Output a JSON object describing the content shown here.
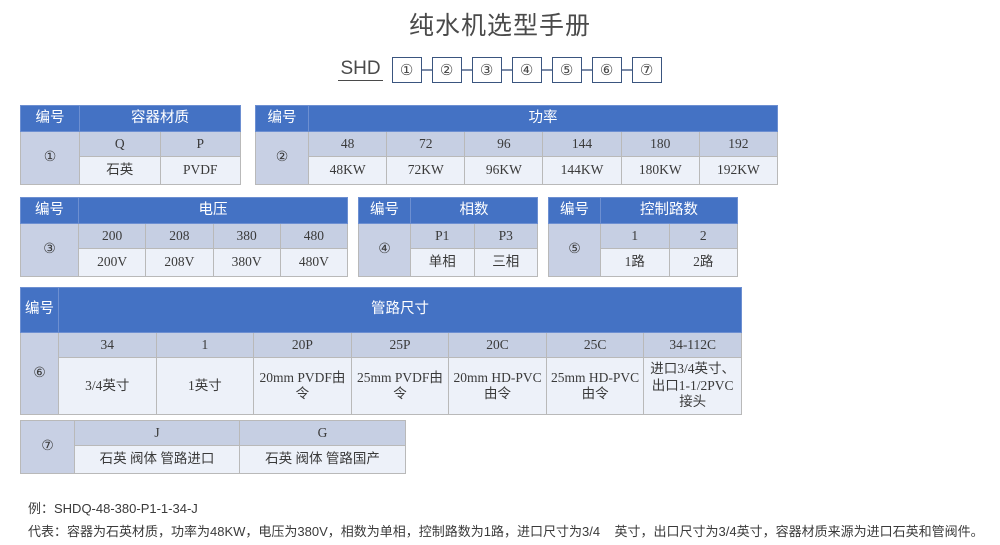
{
  "title": "纯水机选型手册",
  "diagram": {
    "prefix": "SHD",
    "boxes": [
      "①",
      "②",
      "③",
      "④",
      "⑤",
      "⑥",
      "⑦"
    ]
  },
  "colors": {
    "header_blue": "#4472C4",
    "code_row": "#C6CFE3",
    "desc_row": "#EDF1F9",
    "number_cell": "#C8D0E4",
    "border": "#b9b9b9"
  },
  "labels": {
    "number": "编号"
  },
  "tables": [
    {
      "id": "container-material",
      "number": "①",
      "header": "容器材质",
      "codes": [
        "Q",
        "P"
      ],
      "descs": [
        "石英",
        "PVDF"
      ]
    },
    {
      "id": "power",
      "number": "②",
      "header": "功率",
      "codes": [
        "48",
        "72",
        "96",
        "144",
        "180",
        "192"
      ],
      "descs": [
        "48KW",
        "72KW",
        "96KW",
        "144KW",
        "180KW",
        "192KW"
      ]
    },
    {
      "id": "voltage",
      "number": "③",
      "header": "电压",
      "codes": [
        "200",
        "208",
        "380",
        "480"
      ],
      "descs": [
        "200V",
        "208V",
        "380V",
        "480V"
      ]
    },
    {
      "id": "phase",
      "number": "④",
      "header": "相数",
      "codes": [
        "P1",
        "P3"
      ],
      "descs": [
        "单相",
        "三相"
      ]
    },
    {
      "id": "control-channels",
      "number": "⑤",
      "header": "控制路数",
      "codes": [
        "1",
        "2"
      ],
      "descs": [
        "1路",
        "2路"
      ]
    },
    {
      "id": "pipe-size",
      "number": "⑥",
      "header": "管路尺寸",
      "codes": [
        "34",
        "1",
        "20P",
        "25P",
        "20C",
        "25C",
        "34-112C"
      ],
      "descs": [
        "3/4英寸",
        "1英寸",
        "20mm PVDF由令",
        "25mm PVDF由令",
        "20mm HD-PVC由令",
        "25mm HD-PVC由令",
        "进口3/4英寸、出口1-1/2PVC接头"
      ]
    },
    {
      "id": "origin",
      "number": "⑦",
      "header": "",
      "codes": [
        "J",
        "G"
      ],
      "descs": [
        "石英 阀体 管路进口",
        "石英 阀体 管路国产"
      ]
    }
  ],
  "notes": {
    "example": "例：SHDQ-48-380-P1-1-34-J",
    "meaning": "代表：容器为石英材质，功率为48KW，电压为380V，相数为单相，控制路数为1路，进口尺寸为3/4    英寸，出口尺寸为3/4英寸，容器材质来源为进口石英和管阀件。"
  }
}
